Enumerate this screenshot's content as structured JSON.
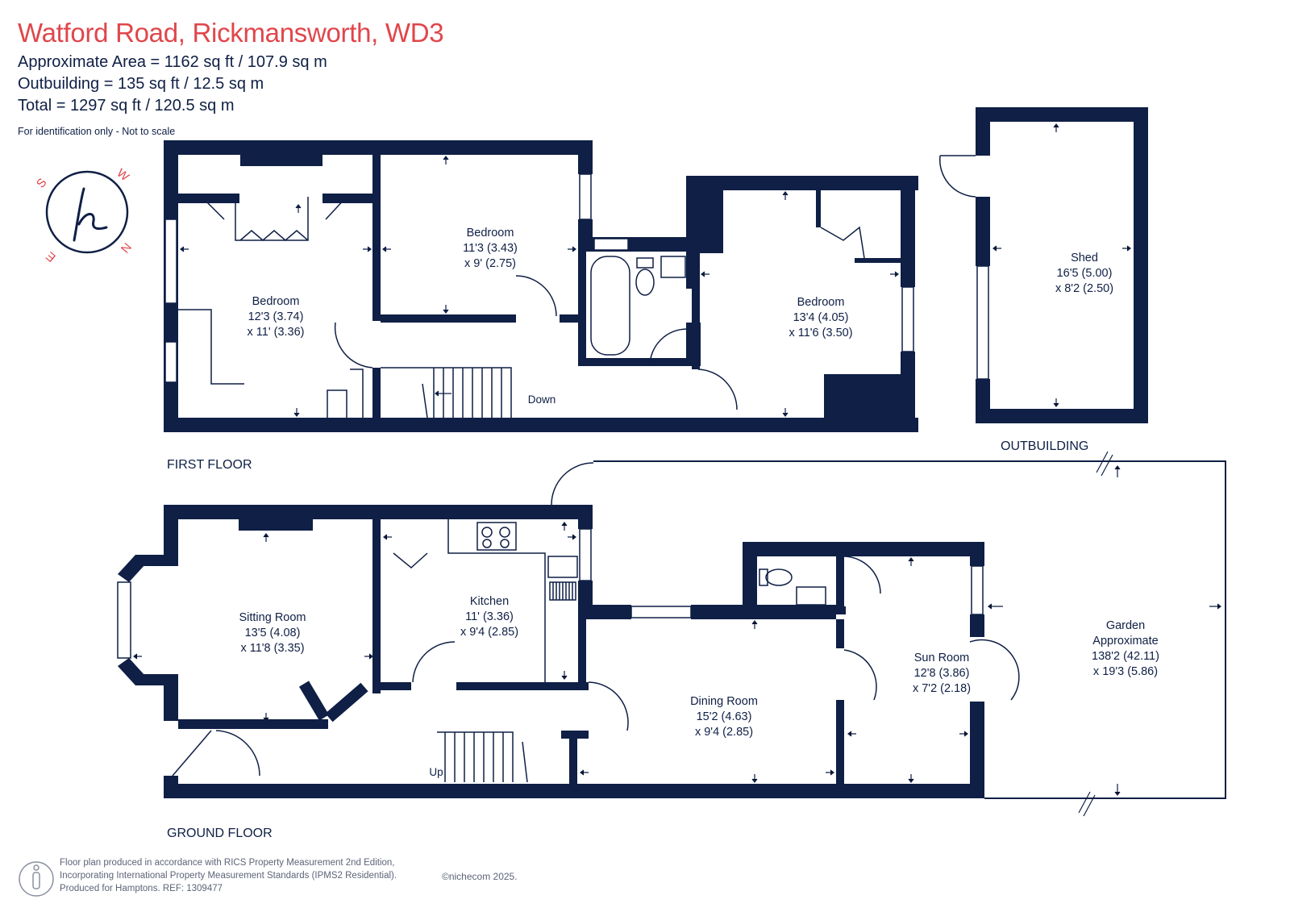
{
  "header": {
    "title": "Watford Road, Rickmansworth, WD3",
    "approx_area": "Approximate Area = 1162 sq ft / 107.9 sq m",
    "outbuilding": "Outbuilding = 135 sq ft / 12.5 sq m",
    "total": "Total = 1297 sq ft / 120.5 sq m",
    "note": "For identification only - Not to scale"
  },
  "floors": {
    "first": "FIRST FLOOR",
    "outbuilding": "OUTBUILDING",
    "ground": "GROUND FLOOR"
  },
  "rooms": {
    "bed1": {
      "name": "Bedroom",
      "dim1": "12'3 (3.74)",
      "dim2": "x 11' (3.36)"
    },
    "bed2": {
      "name": "Bedroom",
      "dim1": "11'3 (3.43)",
      "dim2": "x 9' (2.75)"
    },
    "bed3": {
      "name": "Bedroom",
      "dim1": "13'4 (4.05)",
      "dim2": "x 11'6 (3.50)"
    },
    "shed": {
      "name": "Shed",
      "dim1": "16'5 (5.00)",
      "dim2": "x 8'2 (2.50)"
    },
    "sitting": {
      "name": "Sitting Room",
      "dim1": "13'5 (4.08)",
      "dim2": "x 11'8 (3.35)"
    },
    "kitchen": {
      "name": "Kitchen",
      "dim1": "11' (3.36)",
      "dim2": "x 9'4 (2.85)"
    },
    "dining": {
      "name": "Dining Room",
      "dim1": "15'2 (4.63)",
      "dim2": "x 9'4 (2.85)"
    },
    "sun": {
      "name": "Sun Room",
      "dim1": "12'8 (3.86)",
      "dim2": "x 7'2 (2.18)"
    },
    "garden": {
      "name": "Garden",
      "dim0": "Approximate",
      "dim1": "138'2 (42.11)",
      "dim2": "x 19'3 (5.86)"
    }
  },
  "stairs": {
    "down": "Down",
    "up": "Up"
  },
  "compass": {
    "w": "W",
    "s": "S",
    "n": "N",
    "e": "E"
  },
  "footer": {
    "line1": "Floor plan produced in accordance with RICS Property Measurement 2nd Edition,",
    "line2": "Incorporating International Property Measurement Standards (IPMS2 Residential).",
    "line3": "Produced for Hamptons.   REF:  1309477",
    "copyright": "©nichecom 2025."
  },
  "colors": {
    "wall": "#0f1f45",
    "title": "#e0464b",
    "compass": "#e0464b"
  }
}
